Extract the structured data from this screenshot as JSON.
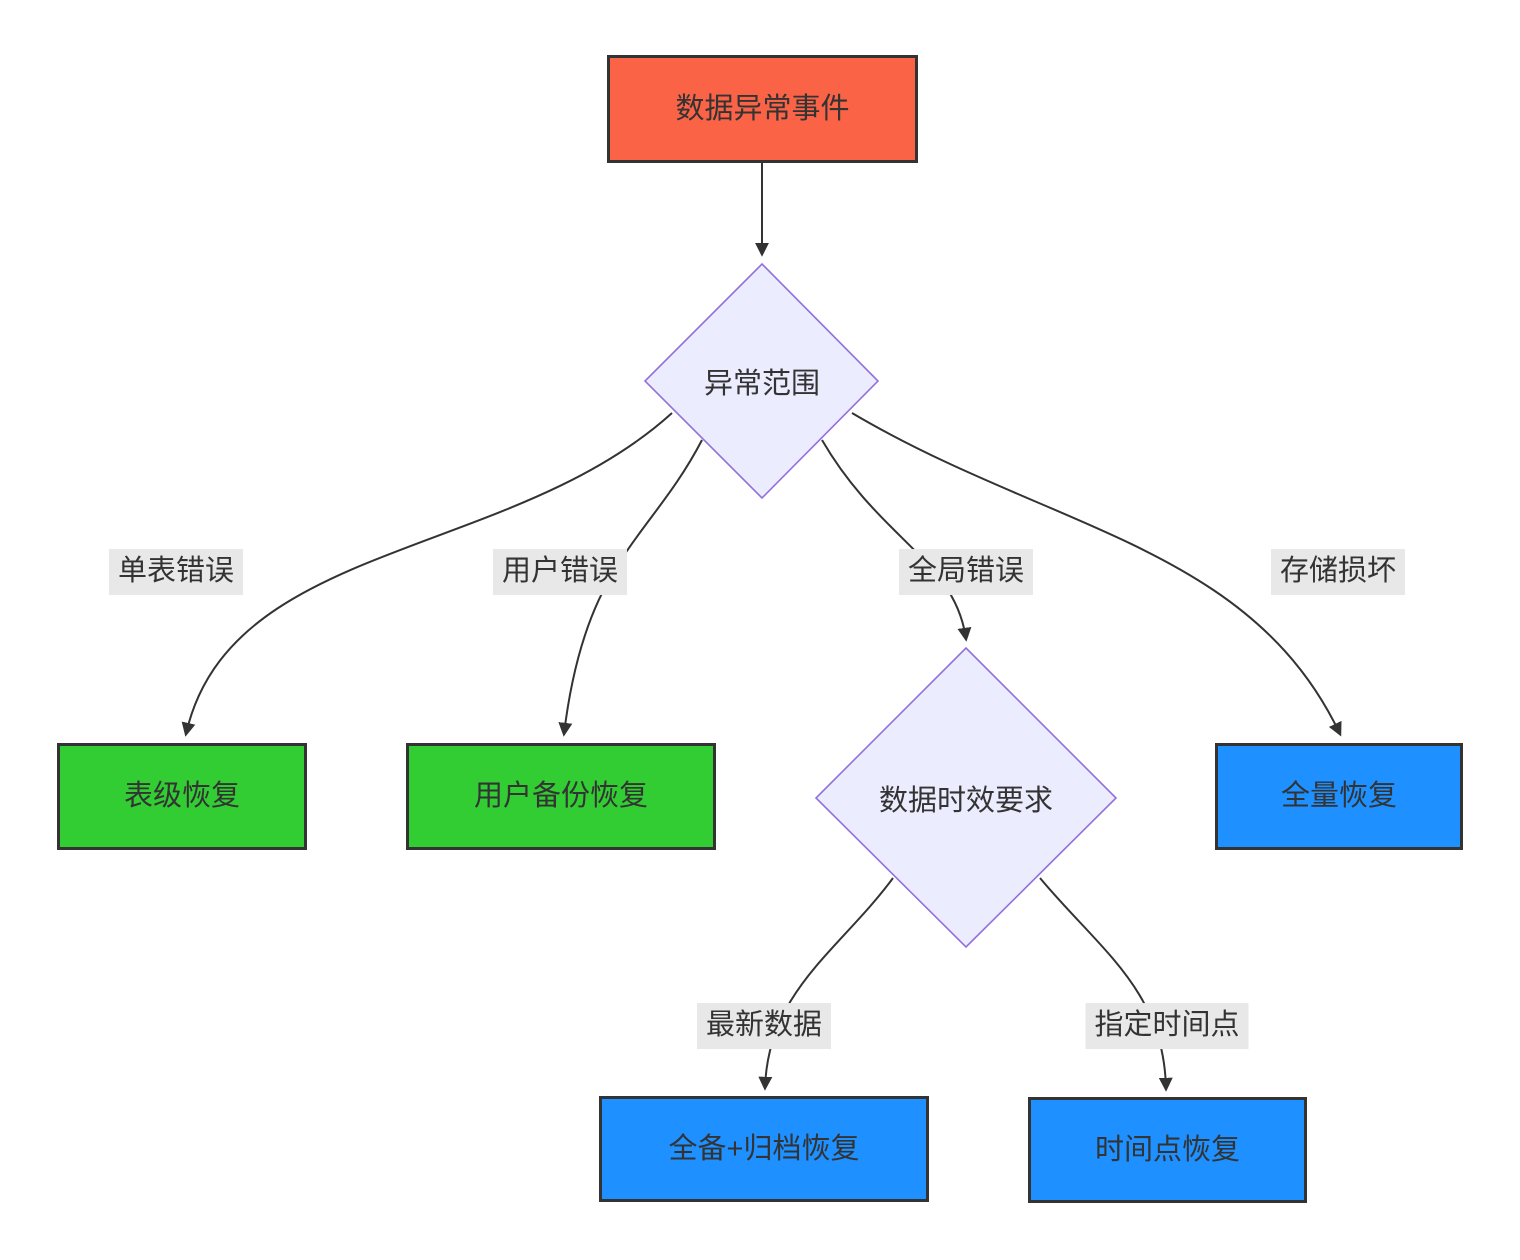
{
  "diagram": {
    "type": "flowchart",
    "nodes": {
      "event": {
        "label": "数据异常事件",
        "shape": "rect",
        "fill": "#fb6347"
      },
      "scope": {
        "label": "异常范围",
        "shape": "diamond",
        "fill": "#ececff"
      },
      "table_recovery": {
        "label": "表级恢复",
        "shape": "rect",
        "fill": "#32cd32"
      },
      "user_backup": {
        "label": "用户备份恢复",
        "shape": "rect",
        "fill": "#32cd32"
      },
      "timeliness": {
        "label": "数据时效要求",
        "shape": "diamond",
        "fill": "#ececff"
      },
      "full_recovery": {
        "label": "全量恢复",
        "shape": "rect",
        "fill": "#1e90ff"
      },
      "full_archive": {
        "label": "全备+归档恢复",
        "shape": "rect",
        "fill": "#1e90ff"
      },
      "point_in_time": {
        "label": "时间点恢复",
        "shape": "rect",
        "fill": "#1e90ff"
      }
    },
    "edges": {
      "single_table": {
        "label": "单表错误",
        "from": "scope",
        "to": "table_recovery"
      },
      "user_error": {
        "label": "用户错误",
        "from": "scope",
        "to": "user_backup"
      },
      "global_error": {
        "label": "全局错误",
        "from": "scope",
        "to": "timeliness"
      },
      "storage": {
        "label": "存储损坏",
        "from": "scope",
        "to": "full_recovery"
      },
      "latest": {
        "label": "最新数据",
        "from": "timeliness",
        "to": "full_archive"
      },
      "specified": {
        "label": "指定时间点",
        "from": "timeliness",
        "to": "point_in_time"
      }
    }
  },
  "colors": {
    "event_fill": "#fb6347",
    "recovery_green_fill": "#32cd32",
    "recovery_blue_fill": "#1e90ff",
    "decision_fill": "#ececff",
    "decision_border": "#9370db",
    "node_border": "#333333",
    "edge_stroke": "#333333",
    "edge_label_bg": "#e8e8e8",
    "text": "#333333",
    "canvas_bg": "#ffffff"
  }
}
